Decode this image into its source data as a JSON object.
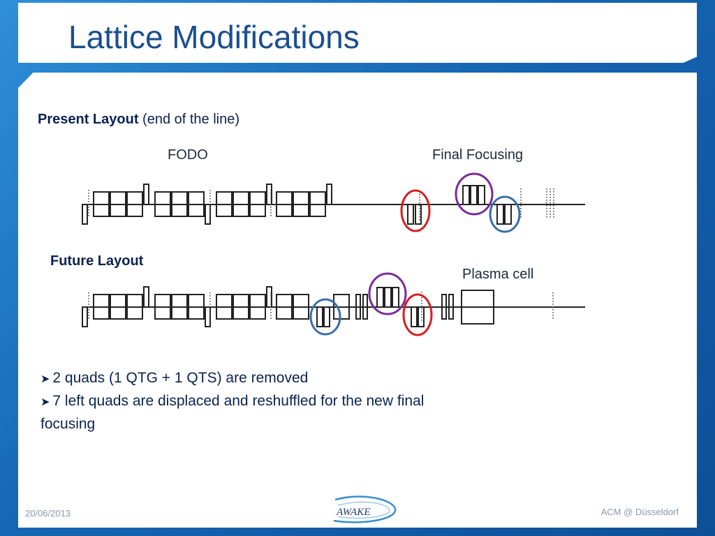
{
  "slide": {
    "title": "Lattice Modifications",
    "present_layout": {
      "bold": "Present Layout",
      "note": "(end of the line)"
    },
    "labels": {
      "fodo": "FODO",
      "final_focusing": "Final Focusing",
      "plasma_cell": "Plasma cell"
    },
    "future_layout": "Future Layout",
    "bullets": [
      "2 quads (1 QTG + 1 QTS) are removed",
      "7 left quads are displaced and reshuffled for the new final focusing"
    ],
    "footer": {
      "date": "20/06/2013",
      "right": "ACM  @ Düsseldorf",
      "logo": "AWAKE"
    }
  },
  "colors": {
    "title": "#1b4f8f",
    "red_circle": "#d42020",
    "purple_circle": "#7b2a9a",
    "blue_circle": "#3a6ea8"
  },
  "icons": {
    "bullet": "arrow-bullet-icon"
  }
}
